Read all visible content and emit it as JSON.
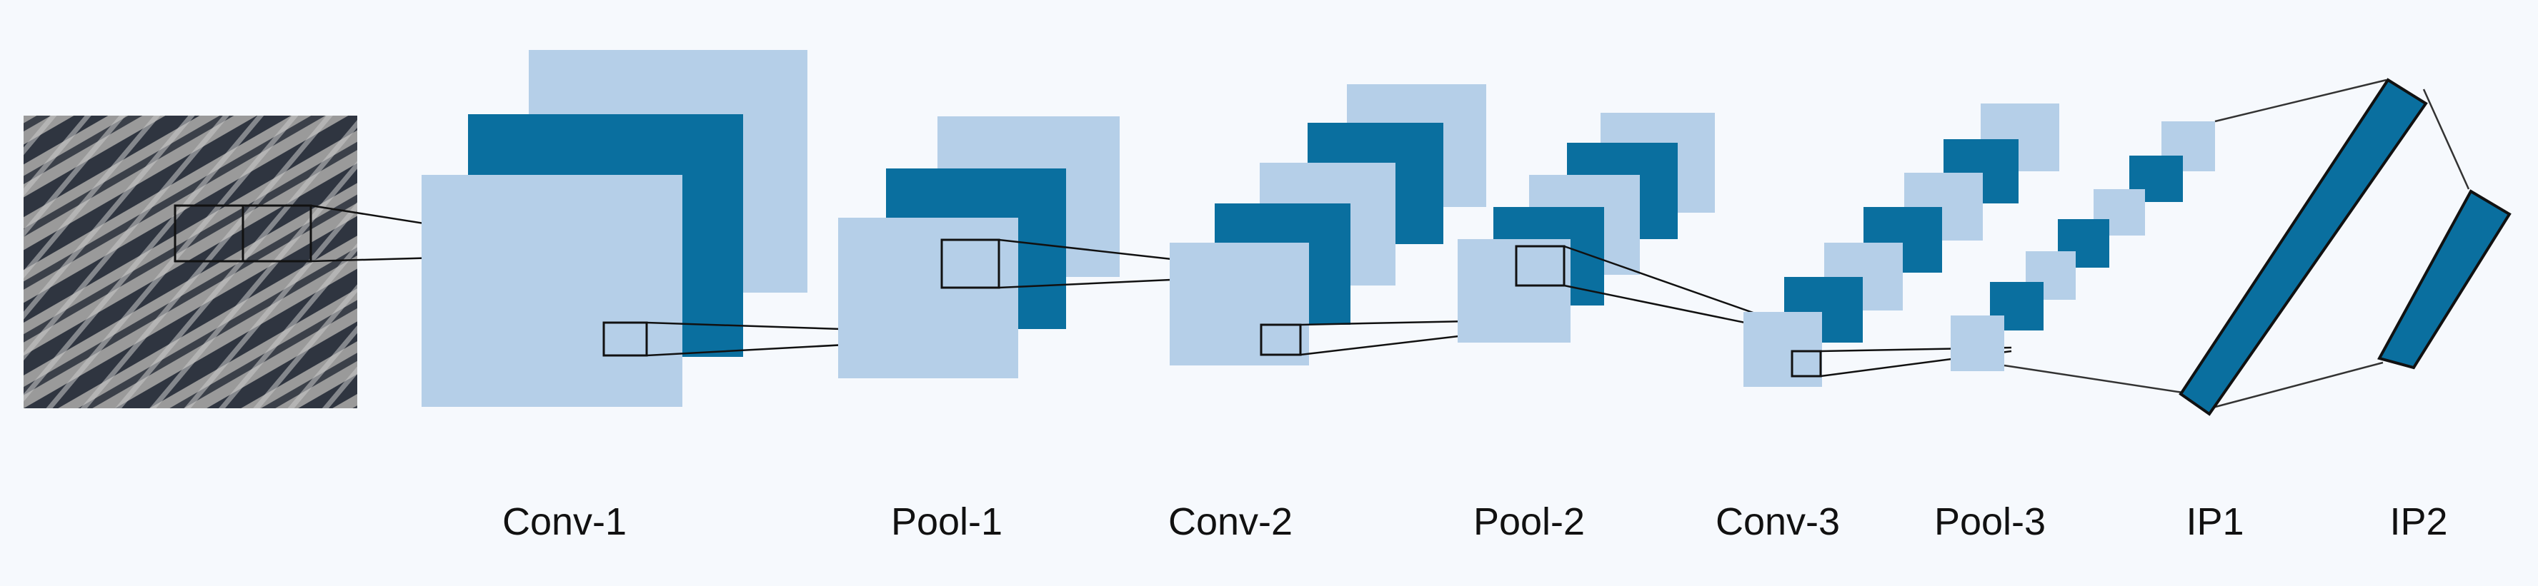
{
  "colors": {
    "background": "#f6f9fd",
    "light_feature_map": "#b5cfe8",
    "dark_feature_map": "#0a6f9f",
    "outline": "#111111"
  },
  "input_image": {
    "icon": "fingerprint-texture-image"
  },
  "layers": [
    {
      "label": "Conv-1"
    },
    {
      "label": "Pool-1"
    },
    {
      "label": "Conv-2"
    },
    {
      "label": "Pool-2"
    },
    {
      "label": "Conv-3"
    },
    {
      "label": "Pool-3"
    },
    {
      "label": "IP1"
    },
    {
      "label": "IP2"
    }
  ]
}
